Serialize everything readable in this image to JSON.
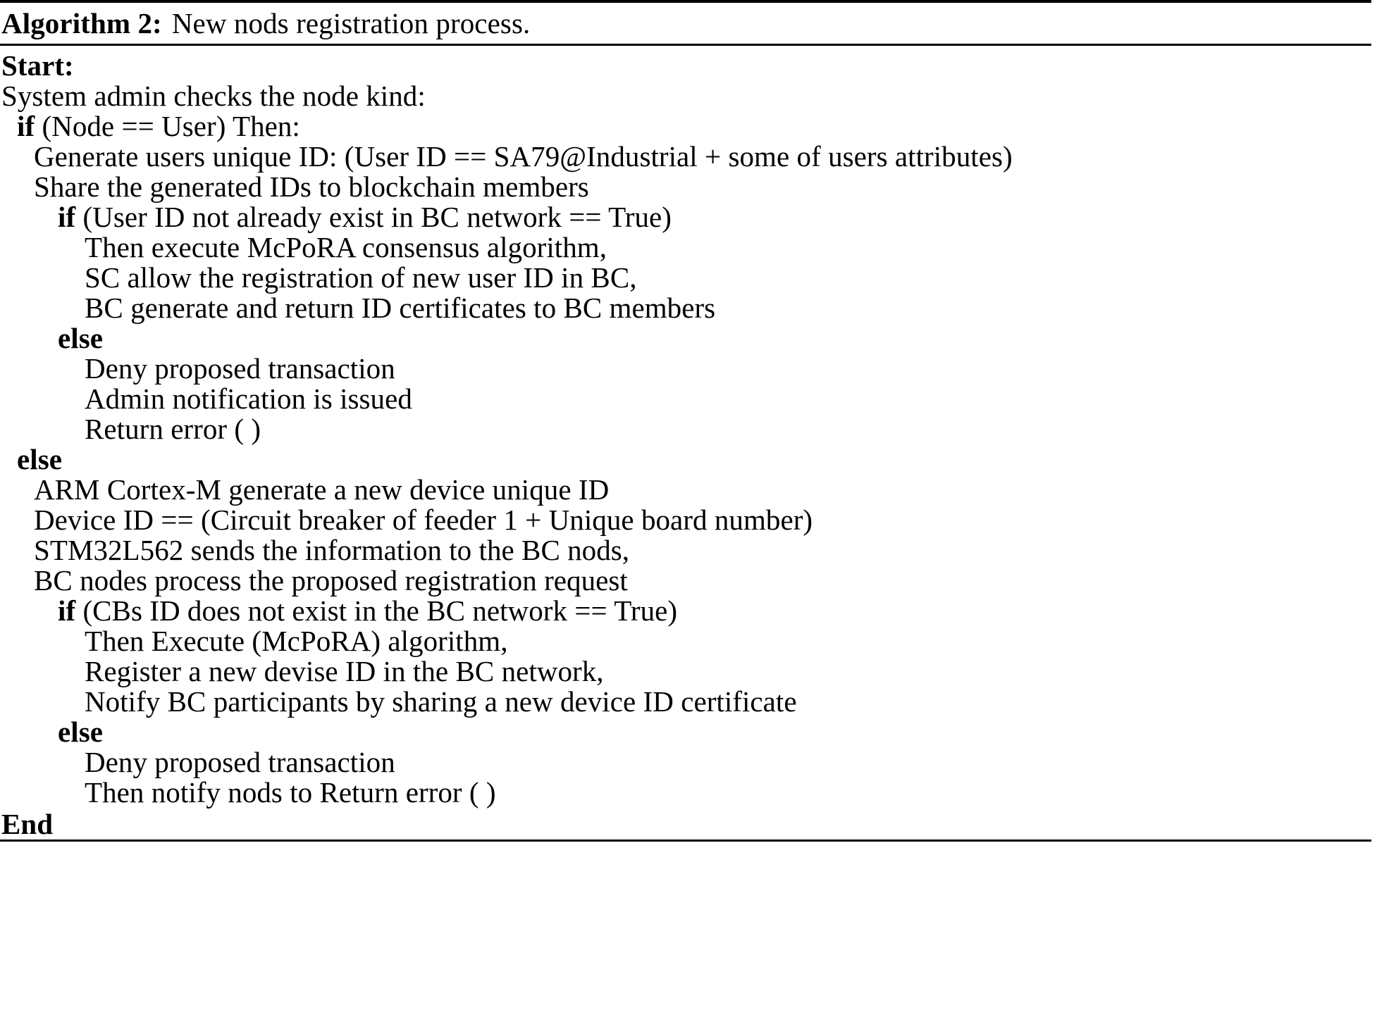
{
  "document": {
    "type": "algorithm-pseudocode",
    "caption_label": "Algorithm 2:",
    "caption_text": "New nods registration process.",
    "rules": {
      "top": true,
      "below_caption": true,
      "bottom": true
    },
    "colors": {
      "text": "#000000",
      "background": "#ffffff",
      "rule": "#000000"
    },
    "lines": [
      {
        "indent": 0,
        "keyword": "Start:",
        "text": ""
      },
      {
        "indent": 0,
        "keyword": "",
        "text": "System admin checks the node kind:"
      },
      {
        "indent": 1,
        "keyword": "if",
        "text": " (Node == User) Then:"
      },
      {
        "indent": 2,
        "keyword": "",
        "text": "Generate users unique ID: (User ID == SA79@Industrial + some of users attributes)"
      },
      {
        "indent": 2,
        "keyword": "",
        "text": "Share the generated IDs to blockchain members"
      },
      {
        "indent": 3,
        "keyword": "if",
        "text": " (User ID not already exist in BC network == True)"
      },
      {
        "indent": 4,
        "keyword": "",
        "text": "Then execute McPoRA consensus algorithm,"
      },
      {
        "indent": 4,
        "keyword": "",
        "text": "SC allow the registration of new user ID in BC,"
      },
      {
        "indent": 4,
        "keyword": "",
        "text": "BC generate and return ID certificates to BC members"
      },
      {
        "indent": 3,
        "keyword": "else",
        "text": ""
      },
      {
        "indent": 4,
        "keyword": "",
        "text": "Deny proposed transaction"
      },
      {
        "indent": 4,
        "keyword": "",
        "text": "Admin notification is issued"
      },
      {
        "indent": 4,
        "keyword": "",
        "text": "Return error ( )"
      },
      {
        "indent": 1,
        "keyword": "else",
        "text": ""
      },
      {
        "indent": 2,
        "keyword": "",
        "text": "ARM Cortex-M generate a new device unique ID"
      },
      {
        "indent": 2,
        "keyword": "",
        "text": "Device ID == (Circuit breaker of feeder 1 + Unique board number)"
      },
      {
        "indent": 2,
        "keyword": "",
        "text": "STM32L562 sends the information to the BC nods,"
      },
      {
        "indent": 2,
        "keyword": "",
        "text": "BC nodes process the proposed registration request"
      },
      {
        "indent": 3,
        "keyword": "if",
        "text": " (CBs ID does not exist in the BC network == True)"
      },
      {
        "indent": 4,
        "keyword": "",
        "text": "Then Execute (McPoRA) algorithm,"
      },
      {
        "indent": 4,
        "keyword": "",
        "text": "Register a new devise ID in the BC network,"
      },
      {
        "indent": 4,
        "keyword": "",
        "text": "Notify BC participants by sharing a new device ID certificate"
      },
      {
        "indent": 3,
        "keyword": "else",
        "text": ""
      },
      {
        "indent": 4,
        "keyword": "",
        "text": "Deny proposed transaction"
      },
      {
        "indent": 4,
        "keyword": "",
        "text": "Then notify nods to Return error ( )"
      },
      {
        "indent": 0,
        "keyword": "End",
        "text": ""
      }
    ]
  }
}
